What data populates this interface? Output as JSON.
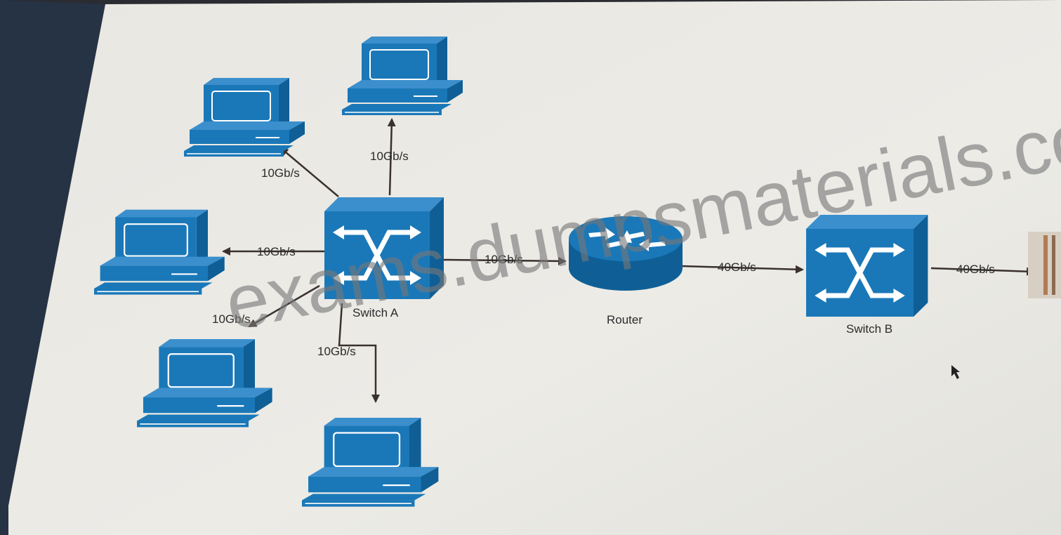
{
  "nodes": {
    "switch_a": {
      "label": "Switch A",
      "icon": "network-switch-icon"
    },
    "router": {
      "label": "Router",
      "icon": "router-icon"
    },
    "switch_b": {
      "label": "Switch B",
      "icon": "network-switch-icon"
    },
    "computers": [
      {
        "icon": "computer-icon"
      },
      {
        "icon": "computer-icon"
      },
      {
        "icon": "computer-icon"
      },
      {
        "icon": "computer-icon"
      },
      {
        "icon": "computer-icon"
      }
    ]
  },
  "links": {
    "to_pc_top": "10Gb/s",
    "to_pc_upper_left": "10Gb/s",
    "to_pc_left": "10Gb/s",
    "to_pc_lower_left": "10Gb/s",
    "to_pc_bottom": "10Gb/s",
    "switch_a_to_router": "10Gb/s",
    "router_to_switch_b": "40Gb/s",
    "switch_b_out": "40Gb/s"
  },
  "watermark": "exams.dumpsmaterials.com",
  "colors": {
    "device_blue": "#1a78b8",
    "device_dark": "#0f5f96",
    "line": "#3a3030",
    "screen_bg": "#eceae5"
  }
}
